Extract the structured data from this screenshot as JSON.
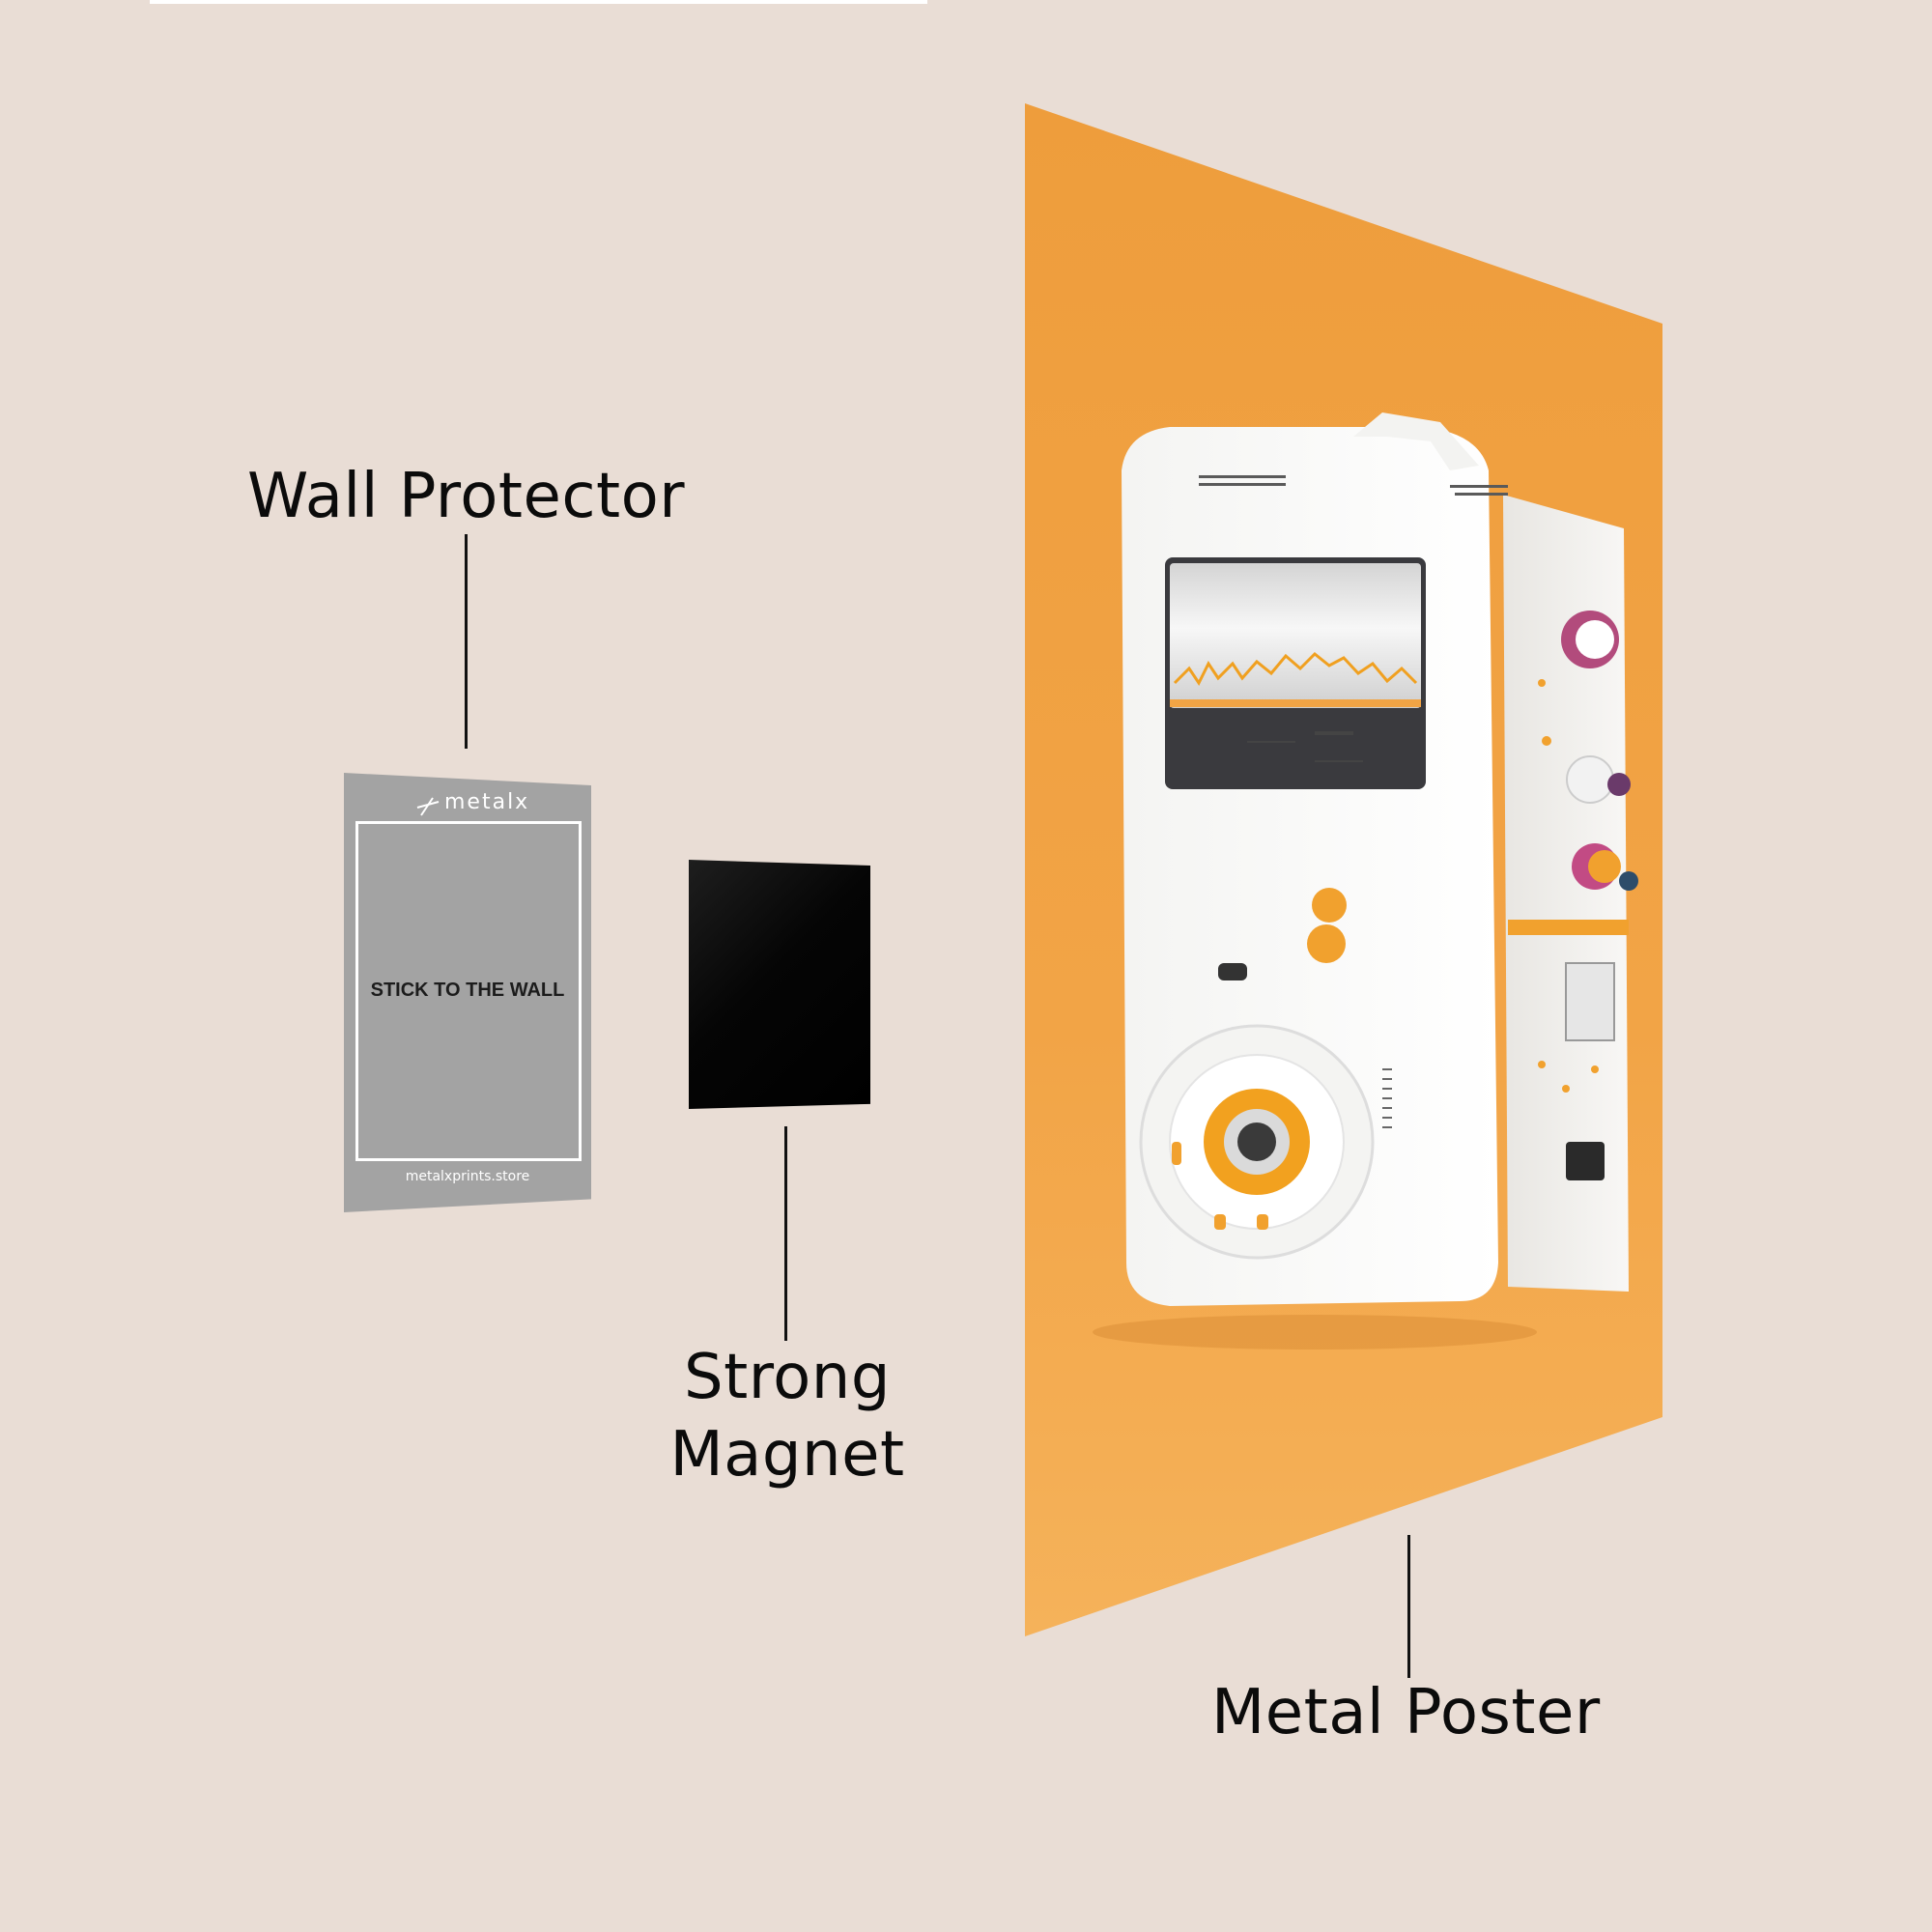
{
  "labels": {
    "wall_protector": "Wall Protector",
    "strong_magnet_line1": "Strong",
    "strong_magnet_line2": "Magnet",
    "metal_poster": "Metal Poster"
  },
  "protector_card": {
    "brand": "metalx",
    "instruction": "STICK TO THE WALL",
    "website": "metalxprints.store"
  },
  "colors": {
    "background": "#e9ddd5",
    "poster_orange": "#f1a445",
    "protector_gray": "#a3a3a3",
    "magnet_black": "#050505",
    "label_text": "#0b0b0b"
  },
  "icons": {
    "brand_mark": "metalx-logo-icon"
  }
}
